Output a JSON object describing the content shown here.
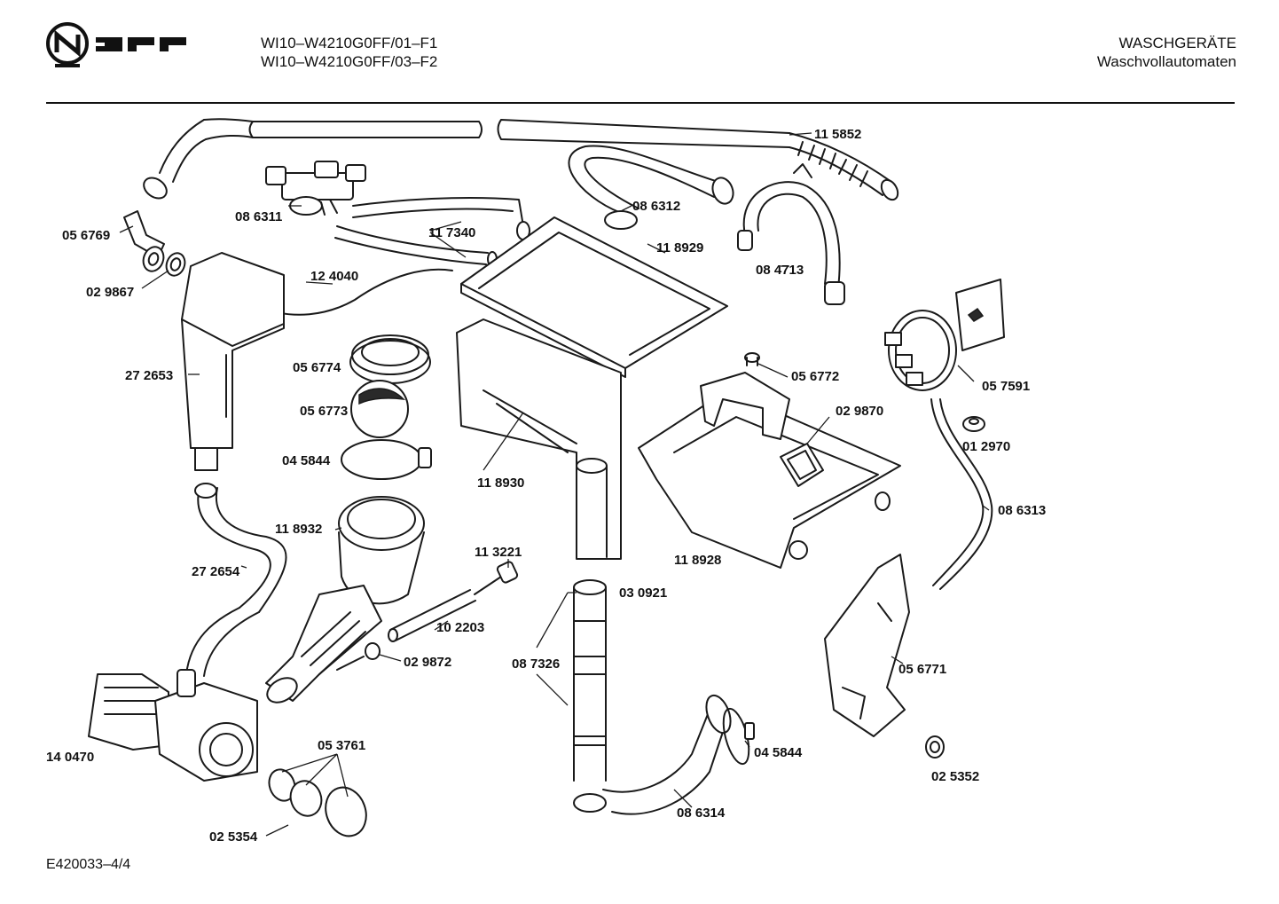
{
  "header": {
    "brand": "NEFF",
    "model_lines": [
      "WI10–W4210G0FF/01–F1",
      "WI10–W4210G0FF/03–F2"
    ],
    "category": "WASCHGERÄTE",
    "subcategory": "Waschvollautomaten"
  },
  "footer": {
    "drawing_code": "E420033–4/4"
  },
  "parts": {
    "p115852": "11 5852",
    "p086311": "08 6311",
    "p056769": "05 6769",
    "p117340": "11 7340",
    "p086312": "08 6312",
    "p118929": "11 8929",
    "p084713": "08 4713",
    "p029867": "02 9867",
    "p124040": "12 4040",
    "p056774": "05 6774",
    "p272653": "27 2653",
    "p056773": "05 6773",
    "p056772": "05 6772",
    "p057591": "05 7591",
    "p029870": "02 9870",
    "p012970": "01 2970",
    "p045844a": "04 5844",
    "p118930": "11 8930",
    "p086313": "08 6313",
    "p118932": "11 8932",
    "p113221": "11 3221",
    "p118928": "11 8928",
    "p272654": "27 2654",
    "p030921": "03 0921",
    "p102203": "10 2203",
    "p029872": "02 9872",
    "p087326": "08 7326",
    "p056771": "05 6771",
    "p053761": "05 3761",
    "p140470": "14 0470",
    "p045844b": "04 5844",
    "p025352": "02 5352",
    "p086314": "08 6314",
    "p025354": "02 5354"
  }
}
